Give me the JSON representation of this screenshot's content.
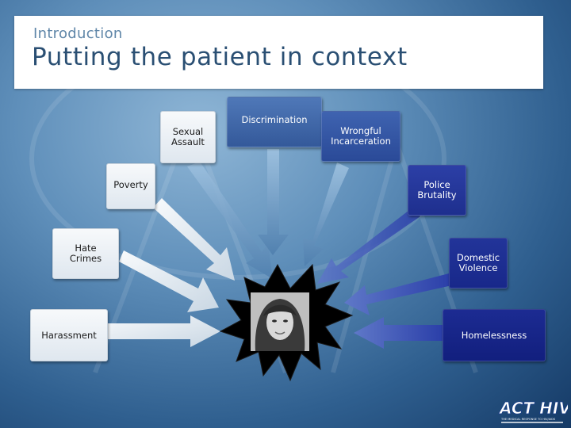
{
  "header": {
    "subtitle": "Introduction",
    "title": "Putting the patient in context"
  },
  "diagram": {
    "center": {
      "label": "patient photo"
    },
    "factors": [
      {
        "label": "Sexual\nAssault"
      },
      {
        "label": "Discrimination"
      },
      {
        "label": "Wrongful\nIncarceration"
      },
      {
        "label": "Poverty"
      },
      {
        "label": "Police\nBrutality"
      },
      {
        "label": "Hate\nCrimes"
      },
      {
        "label": "Domestic\nViolence"
      },
      {
        "label": "Harassment"
      },
      {
        "label": "Homelessness"
      }
    ]
  },
  "footer": {
    "logo_text": "ACT HIV",
    "logo_tagline": "THE MEDICAL RESPONSE TO HIV/AIDS"
  },
  "colors": {
    "title": "#2a4f73",
    "subtitle": "#5f86a8",
    "dark_box": "#1a2f8f",
    "light_box": "#e6edf3"
  }
}
